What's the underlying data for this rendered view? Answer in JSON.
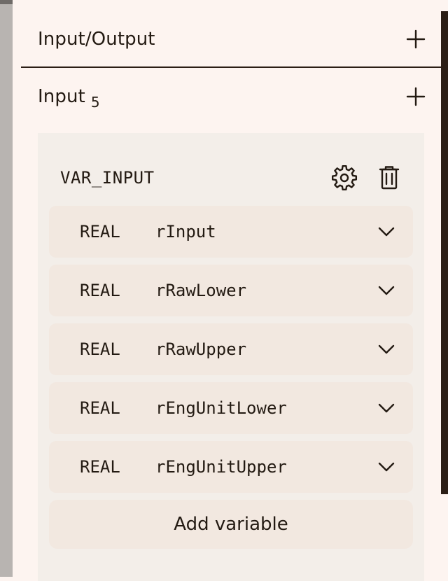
{
  "sections": {
    "io": {
      "title": "Input/Output",
      "add_icon": "plus-icon"
    },
    "input": {
      "title": "Input",
      "count": "5",
      "add_icon": "plus-icon"
    }
  },
  "var_block": {
    "title": "VAR_INPUT",
    "settings_icon": "gear-icon",
    "delete_icon": "trash-icon",
    "variables": [
      {
        "type": "REAL",
        "name": "rInput"
      },
      {
        "type": "REAL",
        "name": "rRawLower"
      },
      {
        "type": "REAL",
        "name": "rRawUpper"
      },
      {
        "type": "REAL",
        "name": "rEngUnitLower"
      },
      {
        "type": "REAL",
        "name": "rEngUnitUpper"
      }
    ],
    "add_label": "Add variable"
  },
  "colors": {
    "background": "#fdf4f0",
    "block": "#f3eee9",
    "row": "#f2e8e0",
    "text": "#231a12"
  }
}
